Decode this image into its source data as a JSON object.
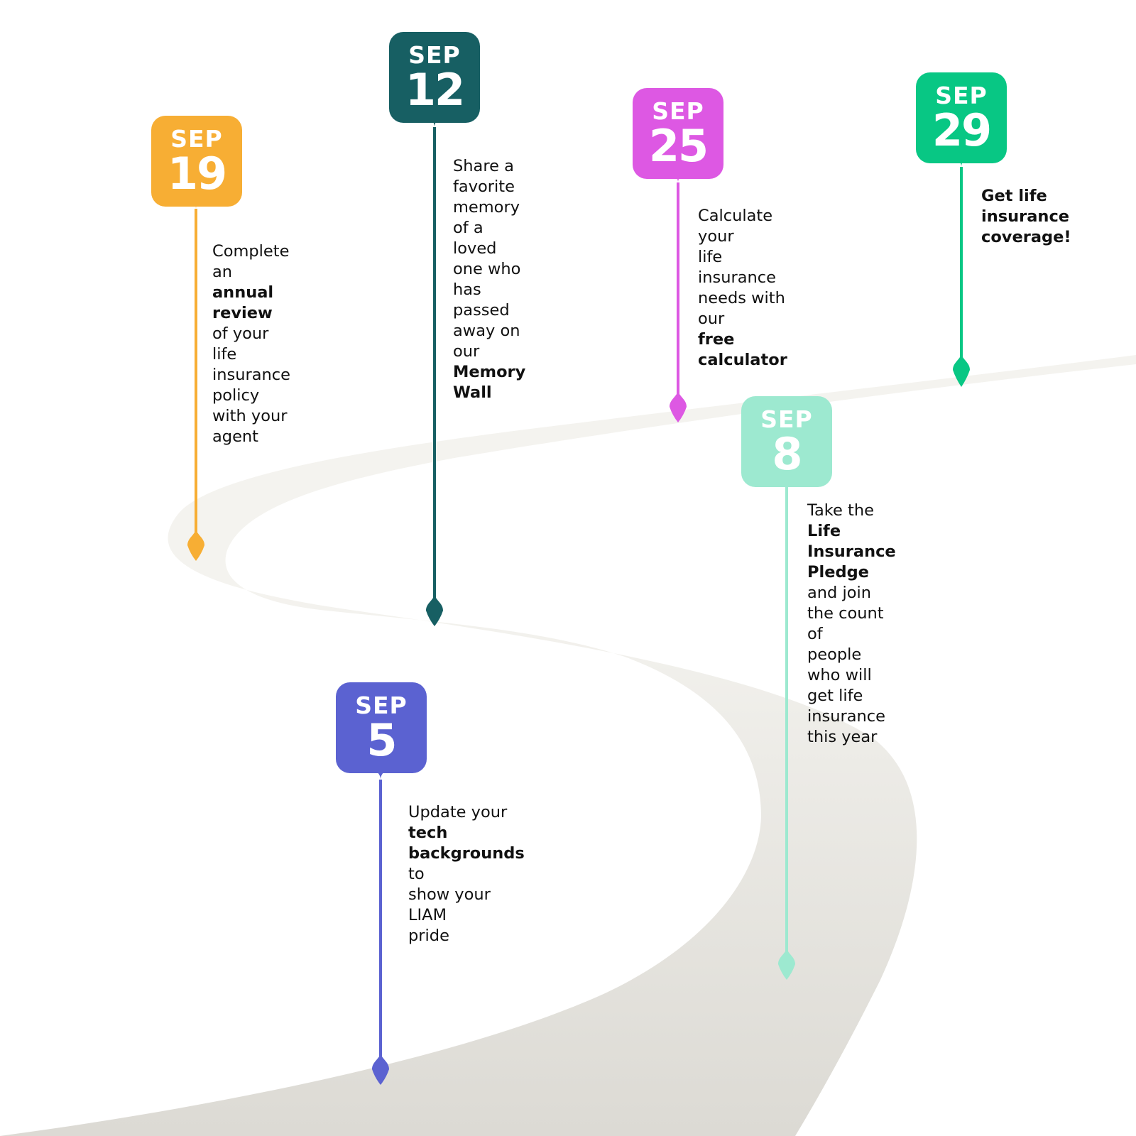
{
  "road": {
    "color_light": "#f4f3ef",
    "color_dark": "#dcdad4"
  },
  "milestones": [
    {
      "id": "sep-19",
      "month": "SEP",
      "day": "19",
      "color": "#f7ae34",
      "text": [
        {
          "t": "Complete an",
          "b": false,
          "br": true
        },
        {
          "t": "annual review",
          "b": true,
          "br": true
        },
        {
          "t": "of your life",
          "b": false,
          "br": true
        },
        {
          "t": "insurance policy",
          "b": false,
          "br": true
        },
        {
          "t": "with your agent",
          "b": false,
          "br": false
        }
      ]
    },
    {
      "id": "sep-12",
      "month": "SEP",
      "day": "12",
      "color": "#175f63",
      "text": [
        {
          "t": "Share a favorite",
          "b": false,
          "br": true
        },
        {
          "t": "memory of a",
          "b": false,
          "br": true
        },
        {
          "t": "loved one who",
          "b": false,
          "br": true
        },
        {
          "t": "has passed",
          "b": false,
          "br": true
        },
        {
          "t": "away on our",
          "b": false,
          "br": true
        },
        {
          "t": "Memory Wall",
          "b": true,
          "br": false
        }
      ]
    },
    {
      "id": "sep-25",
      "month": "SEP",
      "day": "25",
      "color": "#dd58e3",
      "text": [
        {
          "t": "Calculate your",
          "b": false,
          "br": true
        },
        {
          "t": "life insurance",
          "b": false,
          "br": true
        },
        {
          "t": "needs with our",
          "b": false,
          "br": true
        },
        {
          "t": "free calculator",
          "b": true,
          "br": false
        }
      ]
    },
    {
      "id": "sep-29",
      "month": "SEP",
      "day": "29",
      "color": "#08c784",
      "text": [
        {
          "t": "Get life",
          "b": true,
          "br": true
        },
        {
          "t": "insurance",
          "b": true,
          "br": true
        },
        {
          "t": "coverage!",
          "b": true,
          "br": false
        }
      ]
    },
    {
      "id": "sep-8",
      "month": "SEP",
      "day": "8",
      "color": "#9de9d0",
      "text": [
        {
          "t": "Take the ",
          "b": false,
          "br": false
        },
        {
          "t": "Life",
          "b": true,
          "br": true
        },
        {
          "t": "Insurance",
          "b": true,
          "br": true
        },
        {
          "t": "Pledge",
          "b": true,
          "br": false
        },
        {
          "t": " and join",
          "b": false,
          "br": true
        },
        {
          "t": "the count of",
          "b": false,
          "br": true
        },
        {
          "t": "people who will",
          "b": false,
          "br": true
        },
        {
          "t": "get life insurance",
          "b": false,
          "br": true
        },
        {
          "t": "this year",
          "b": false,
          "br": false
        }
      ]
    },
    {
      "id": "sep-5",
      "month": "SEP",
      "day": "5",
      "color": "#5b62d1",
      "text": [
        {
          "t": "Update your ",
          "b": false,
          "br": false
        },
        {
          "t": "tech",
          "b": true,
          "br": true
        },
        {
          "t": "backgrounds",
          "b": true,
          "br": false
        },
        {
          "t": " to",
          "b": false,
          "br": true
        },
        {
          "t": "show your LIAM",
          "b": false,
          "br": true
        },
        {
          "t": "pride",
          "b": false,
          "br": false
        }
      ]
    }
  ]
}
